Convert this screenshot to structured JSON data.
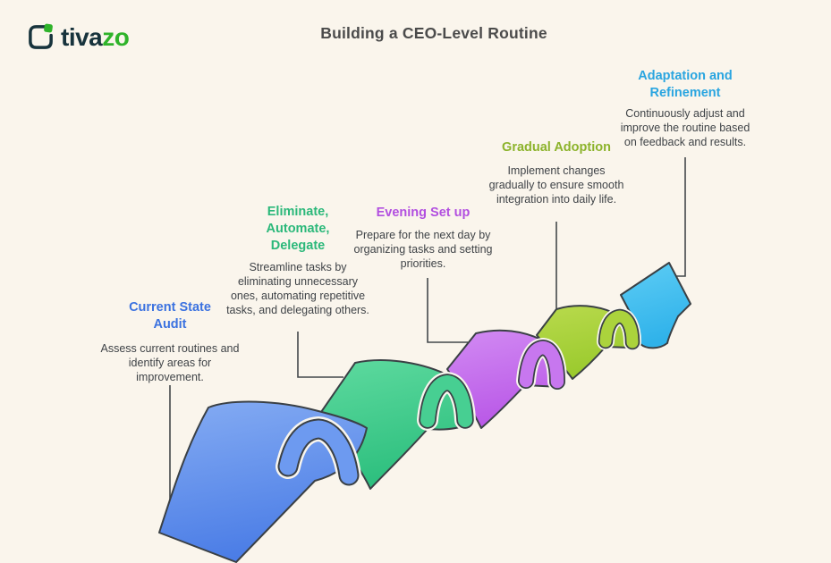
{
  "title": "Building a CEO-Level Routine",
  "logo": {
    "brand_prefix": "tiva",
    "brand_suffix": "zo"
  },
  "stages": [
    {
      "title": "Current State Audit",
      "description": "Assess current routines and identify areas for improvement.",
      "color": "#3b72e0"
    },
    {
      "title": "Eliminate, Automate, Delegate",
      "description": "Streamline tasks by eliminating unnecessary ones, automating repetitive tasks, and delegating others.",
      "color": "#2bb87a"
    },
    {
      "title": "Evening Set up",
      "description": "Prepare for the next day by organizing tasks and setting priorities.",
      "color": "#b24fe0"
    },
    {
      "title": "Gradual Adoption",
      "description": "Implement changes gradually to ensure smooth integration into daily life.",
      "color": "#8cb32b"
    },
    {
      "title": "Adaptation and Refinement",
      "description": "Continuously adjust and improve the routine based on feedback and results.",
      "color": "#2aa5e0"
    }
  ],
  "colors": {
    "background": "#faf5ec",
    "outline": "#3a4045",
    "gap_white": "#f8f5ee",
    "connector": "#43484b",
    "title_text": "#4b4b4b",
    "body_text": "#3f4347",
    "blue_light": "#85acf3",
    "blue_mid": "#6d9af0",
    "blue_dark": "#4b7de6",
    "green_light": "#5eda9f",
    "green_mid": "#47cf92",
    "green_dark": "#2dbf7e",
    "purple_light": "#d28bf3",
    "purple_mid": "#c777ef",
    "purple_dark": "#b958e7",
    "lime_light": "#b9da4d",
    "lime_mid": "#abd33c",
    "lime_dark": "#9aca2d",
    "cyan_light": "#5ecdf5",
    "cyan_dark": "#2fb2ea",
    "logo_dark": "#17333c",
    "logo_green": "#2fb32a"
  }
}
